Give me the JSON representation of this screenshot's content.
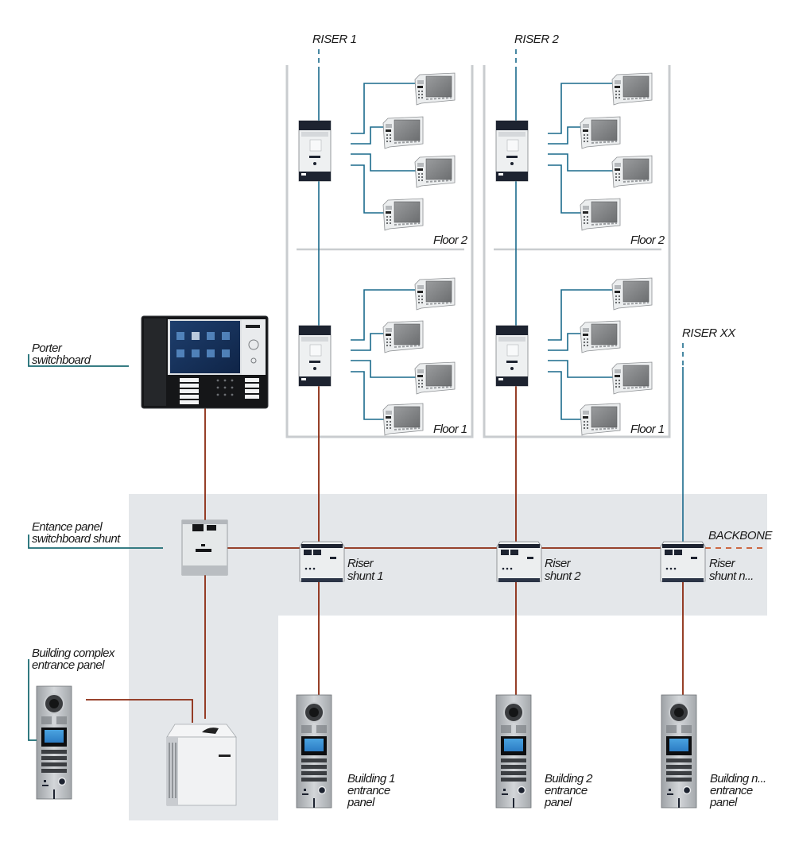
{
  "diagram": {
    "colors": {
      "riser_wire": "#1a6a8c",
      "backbone_wire": "#8b2a10",
      "backbone_zone": "#e4e7ea",
      "riser_frame": "#c9cccf",
      "label_leader": "#1b6b73",
      "backbone_dash": "#c8562a"
    },
    "risers": [
      {
        "label": "RISER 1",
        "floors": [
          {
            "label": "Floor 2",
            "monitor_count": 4
          },
          {
            "label": "Floor 1",
            "monitor_count": 4
          }
        ]
      },
      {
        "label": "RISER 2",
        "floors": [
          {
            "label": "Floor 2",
            "monitor_count": 4
          },
          {
            "label": "Floor 1",
            "monitor_count": 4
          }
        ]
      },
      {
        "label": "RISER XX",
        "floors": []
      }
    ],
    "porter_switchboard": {
      "label_line1": "Porter",
      "label_line2": "switchboard"
    },
    "switchboard_shunt": {
      "label_line1": "Entance panel",
      "label_line2": "switchboard shunt"
    },
    "backbone": {
      "label": "BACKBONE"
    },
    "riser_shunts": [
      {
        "label_line1": "Riser",
        "label_line2": "shunt 1"
      },
      {
        "label_line1": "Riser",
        "label_line2": "shunt 2"
      },
      {
        "label_line1": "Riser",
        "label_line2": "shunt n..."
      }
    ],
    "complex_entrance_panel": {
      "label_line1": "Building complex",
      "label_line2": "entrance panel"
    },
    "building_entrance_panels": [
      {
        "label_line1": "Building 1",
        "label_line2": "entrance",
        "label_line3": "panel"
      },
      {
        "label_line1": "Building 2",
        "label_line2": "entrance",
        "label_line3": "panel"
      },
      {
        "label_line1": "Building n...",
        "label_line2": "entrance",
        "label_line3": "panel"
      }
    ]
  }
}
